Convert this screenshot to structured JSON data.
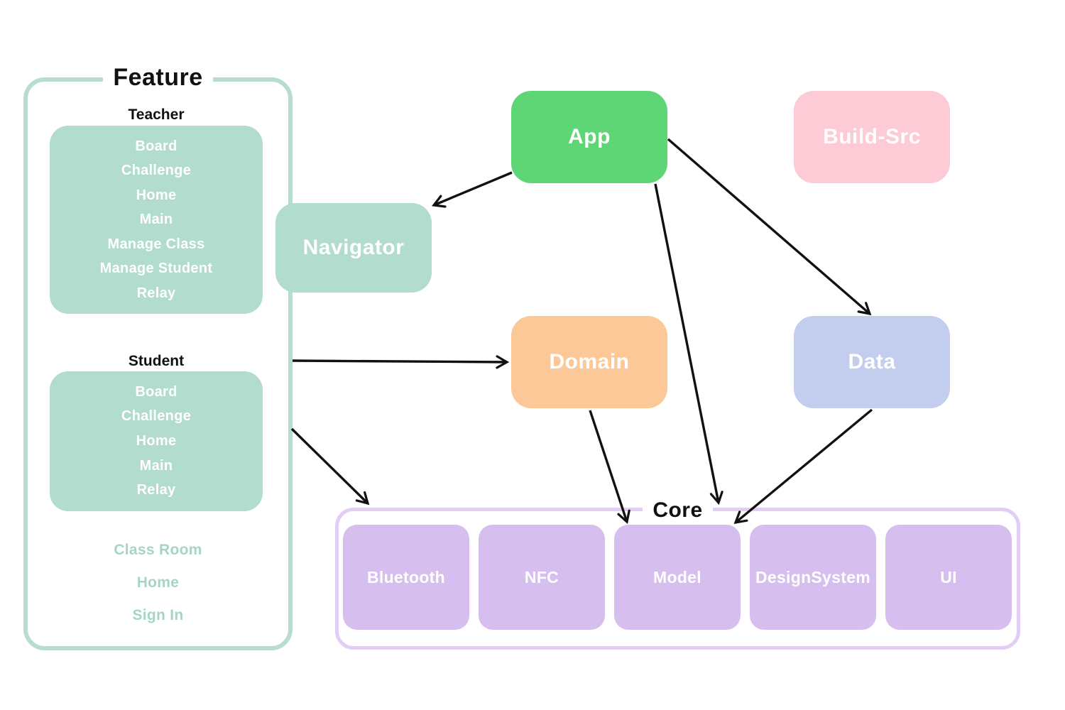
{
  "colors": {
    "teal": "#b2dccd",
    "teal_border": "#b7ddcf",
    "link_teal": "#a5d6c4",
    "green": "#5fd675",
    "pink": "#fccbd5",
    "orange": "#fdc897",
    "blue": "#c3cdee",
    "purple": "#d6bfee",
    "purple_border": "#e2cdf5",
    "arrow": "#111111",
    "title_text": "#111111",
    "node_text": "#ffffff"
  },
  "feature": {
    "title": "Feature",
    "teacher": {
      "label": "Teacher",
      "items": [
        "Board",
        "Challenge",
        "Home",
        "Main",
        "Manage Class",
        "Manage Student",
        "Relay"
      ]
    },
    "student": {
      "label": "Student",
      "items": [
        "Board",
        "Challenge",
        "Home",
        "Main",
        "Relay"
      ]
    },
    "links": [
      "Class Room",
      "Home",
      "Sign In"
    ]
  },
  "nodes": {
    "app": "App",
    "build_src": "Build-Src",
    "navigator": "Navigator",
    "domain": "Domain",
    "data_module": "Data"
  },
  "core": {
    "title": "Core",
    "items": [
      "Bluetooth",
      "NFC",
      "Model",
      "DesignSystem",
      "UI"
    ]
  },
  "edges": [
    "App -> Navigator",
    "App -> Core",
    "App -> Data",
    "Feature -> Domain",
    "Feature -> Core",
    "Domain -> Core.Model",
    "Data -> Core.Model"
  ]
}
